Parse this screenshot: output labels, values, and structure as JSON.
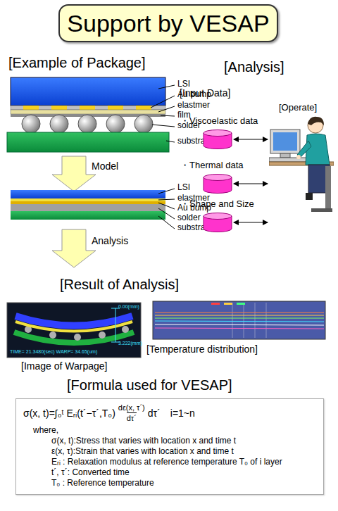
{
  "diagram": {
    "nodes": [
      {
        "text": [
          "Support by VESAP"
        ]
      },
      {
        "text": [
          "・Viscoelastic data"
        ]
      },
      {
        "text": [
          "・Thermal data"
        ]
      },
      {
        "text": [
          "・Shape and Size"
        ]
      },
      {
        "text": [
          "[Operate]"
        ]
      },
      {
        "text": [
          "σ(x, t)=∫₀ᵗ Eᵣᵢ(t´−τ´,T₀)",
          "dε(x, τ´)",
          "dτ´",
          "dτ´",
          "i=1~n",
          "where,",
          "σ(x, t):Stress that varies with location x and time t",
          "ε(x, τ):Strain that varies with location x and time t",
          "Eᵣᵢ : Relaxation modulus at reference temperature T₀ of i layer",
          "t´, τ´: Converted time",
          "T₀ : Reference temperature"
        ]
      }
    ],
    "edges": [
      {
        "from": 1,
        "to": 4,
        "arrow": "both"
      },
      {
        "from": 2,
        "to": 4,
        "arrow": "both"
      },
      {
        "from": 3,
        "to": 4,
        "arrow": "both"
      }
    ],
    "labels": [
      "[Example of Package]",
      "LSI",
      "Au bump",
      "elastmer",
      "film",
      "solder",
      "substrate",
      "Model",
      "LSI",
      "elastmer",
      "Au bump",
      "solder",
      "substrae",
      "Analysis",
      "[Analysis]",
      "[Input Data]",
      "[Result of Analysis]",
      "0.00(mm)",
      "3.222(mm)",
      "TIME= 21.3480(sec) WARP= 34.65(um)",
      "[Image of Warpage]",
      "[Temperature distribution]",
      "[Formula used for VESAP]"
    ]
  }
}
